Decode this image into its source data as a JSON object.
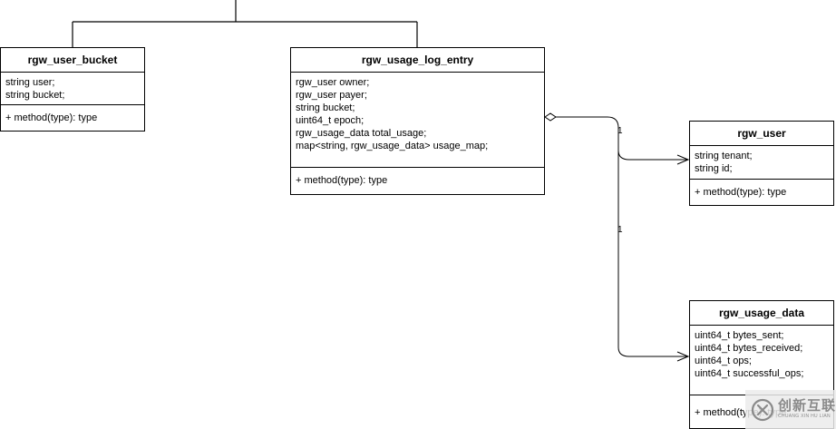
{
  "classes": {
    "user_bucket": {
      "name": "rgw_user_bucket",
      "attributes": [
        "string user;",
        "string bucket;"
      ],
      "method": "+ method(type): type"
    },
    "usage_log_entry": {
      "name": "rgw_usage_log_entry",
      "attributes": [
        "rgw_user owner;",
        "rgw_user payer;",
        "string bucket;",
        "uint64_t epoch;",
        "rgw_usage_data total_usage;",
        "map<string, rgw_usage_data> usage_map;"
      ],
      "method": "+ method(type): type"
    },
    "user": {
      "name": "rgw_user",
      "attributes": [
        "string tenant;",
        "string id;"
      ],
      "method": "+ method(type): type"
    },
    "usage_data": {
      "name": "rgw_usage_data",
      "attributes": [
        "uint64_t bytes_sent;",
        "uint64_t bytes_received;",
        "uint64_t ops;",
        "uint64_t successful_ops;"
      ],
      "method": "+ method(type): type"
    }
  },
  "multiplicities": {
    "to_user": "1",
    "to_usage_data": "1"
  },
  "watermark": {
    "text": "创新互联",
    "subtext": "CHUANG XIN HU LIAN"
  }
}
